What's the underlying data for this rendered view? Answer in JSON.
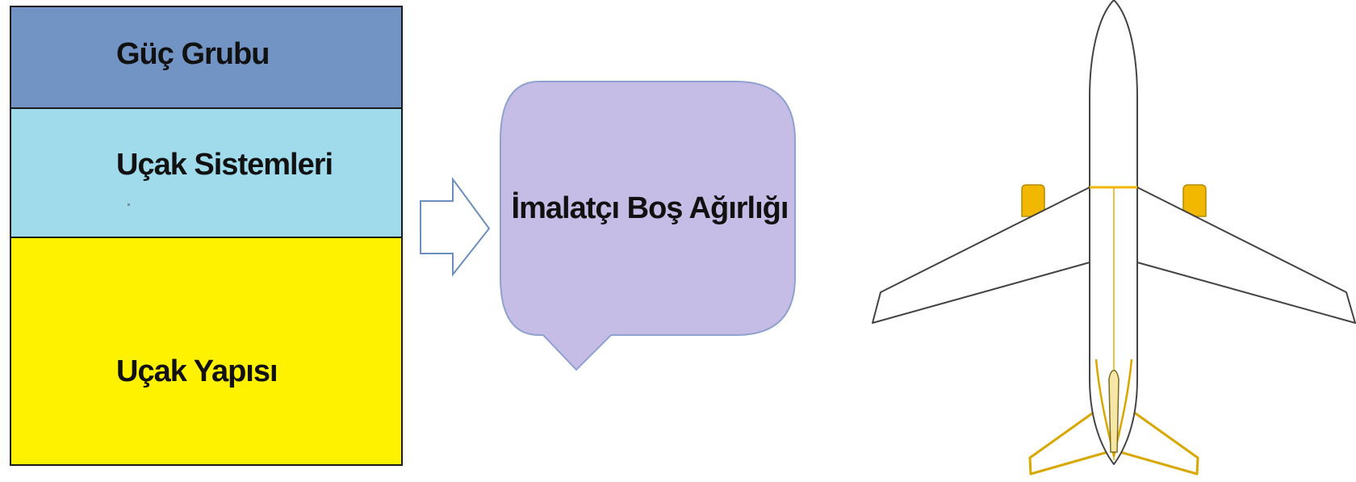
{
  "stack": {
    "layers": [
      {
        "label": "Güç Grubu",
        "color": "#7294c5"
      },
      {
        "label": "Uçak Sistemleri",
        "color": "#9fdbeb"
      },
      {
        "label": "Uçak Yapısı",
        "color": "#fff200"
      }
    ]
  },
  "result": {
    "label": "İmalatçı Boş Ağırlığı",
    "color": "#c6bde6"
  },
  "aircraft": {
    "icon": "airplane-top-view-icon",
    "highlight_color": "#f2b800"
  }
}
